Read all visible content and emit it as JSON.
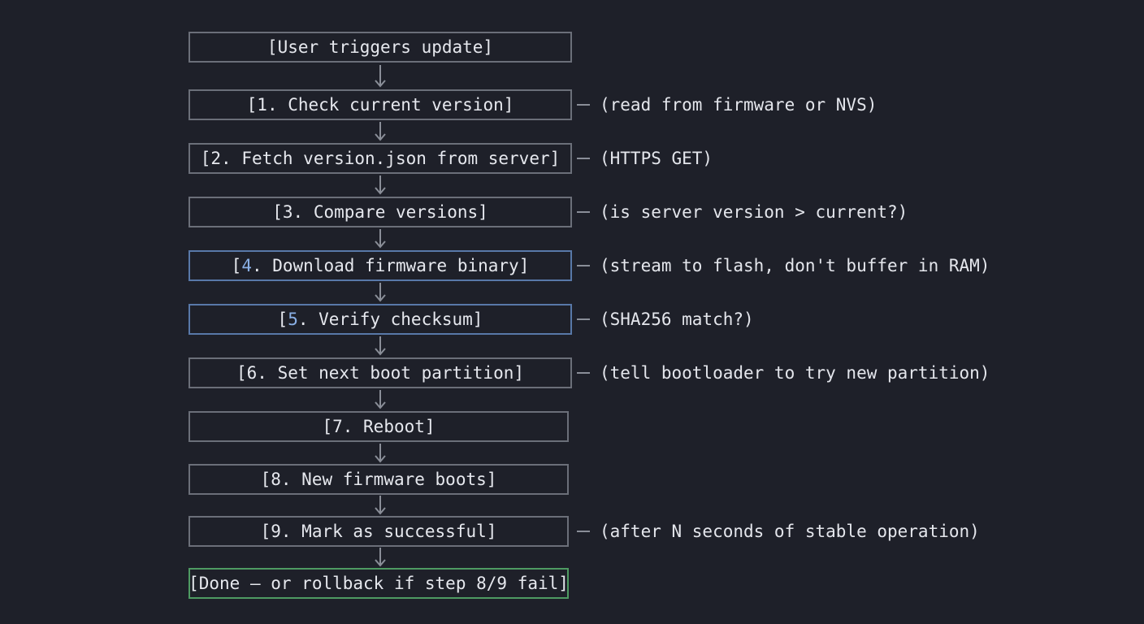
{
  "flow": {
    "start": "[User triggers update]",
    "steps": [
      {
        "prefix": "[",
        "num": "1",
        "rest": ". Check current version]",
        "note": "(read from firmware or NVS)"
      },
      {
        "prefix": "[",
        "num": "2",
        "rest": ". Fetch version.json from server]",
        "note": "(HTTPS GET)"
      },
      {
        "prefix": "[",
        "num": "3",
        "rest": ". Compare versions]",
        "note": "(is server version > current?)"
      },
      {
        "prefix": "[",
        "num": "4",
        "rest": ". Download firmware binary]",
        "note": "(stream to flash, don't buffer in RAM)"
      },
      {
        "prefix": "[",
        "num": "5",
        "rest": ". Verify checksum]",
        "note": "(SHA256 match?)"
      },
      {
        "prefix": "[",
        "num": "6",
        "rest": ". Set next boot partition]",
        "note": "(tell bootloader to try new partition)"
      },
      {
        "prefix": "[",
        "num": "7",
        "rest": ". Reboot]",
        "note": ""
      },
      {
        "prefix": "[",
        "num": "8",
        "rest": ". New firmware boots]",
        "note": ""
      },
      {
        "prefix": "[",
        "num": "9",
        "rest": ". Mark as successful]",
        "note": "(after N seconds of stable operation)"
      }
    ],
    "end": "[Done – or rollback if step 8/9 fail]"
  },
  "colors": {
    "background": "#1e2029",
    "box_border": "#6b6f79",
    "highlight_border": "#5878a8",
    "highlight_number": "#8ab0e6",
    "done_border": "#4e9a62",
    "text": "#e4e6ec"
  }
}
